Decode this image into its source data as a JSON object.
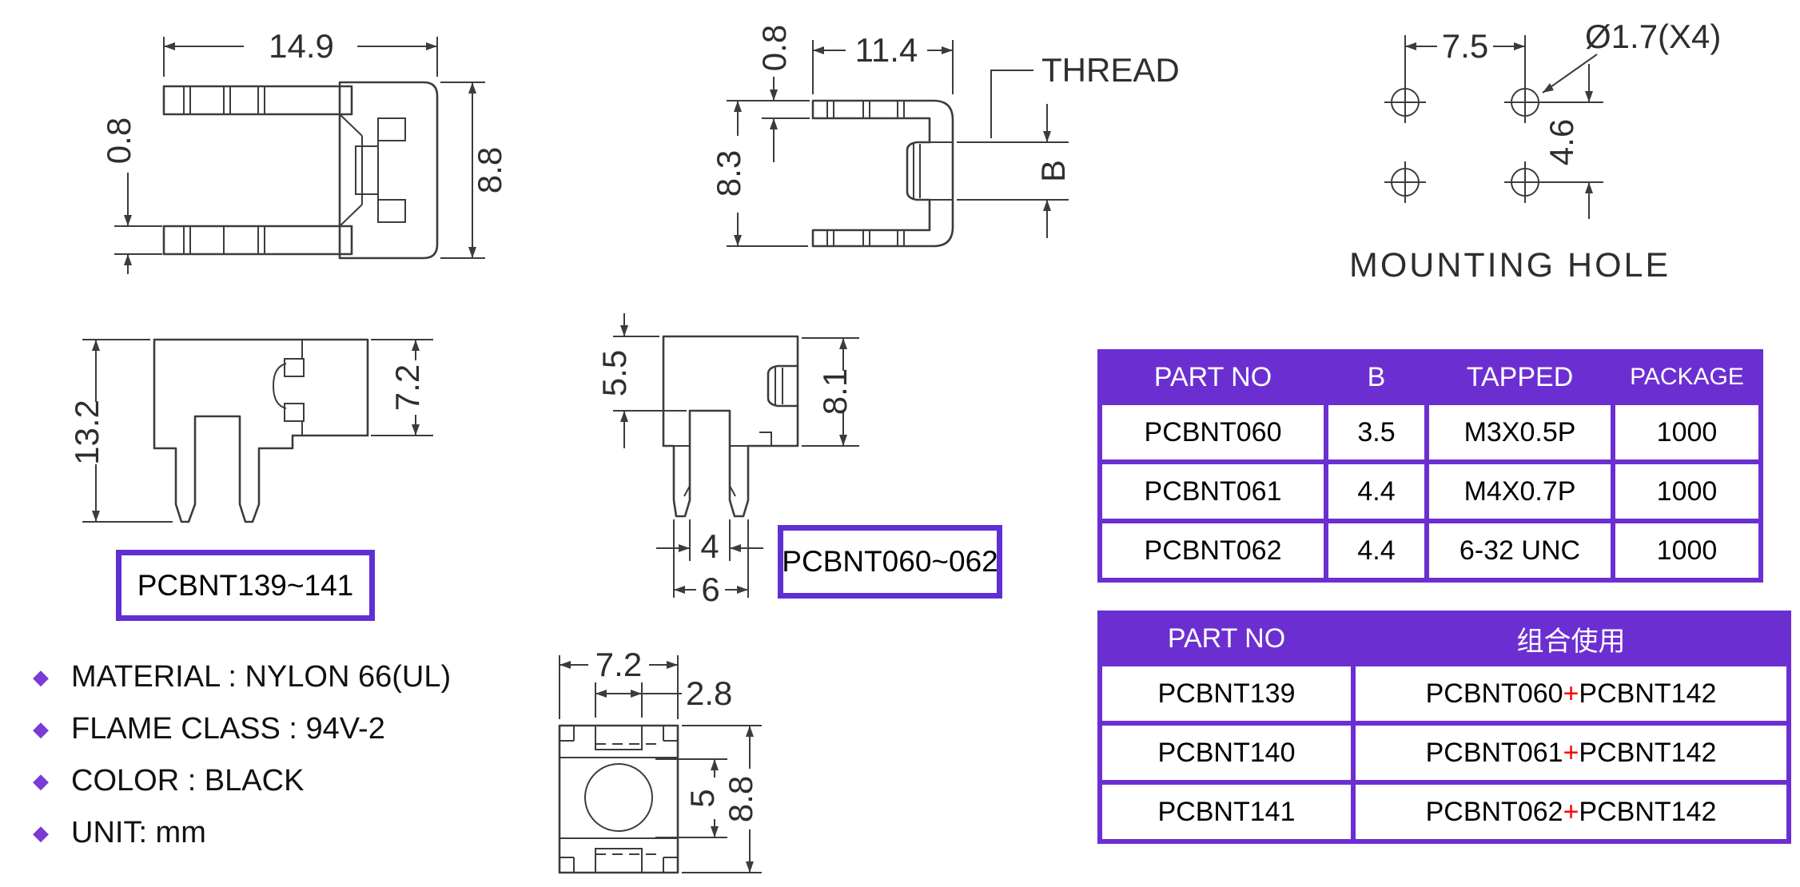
{
  "colors": {
    "purple_header": "#6b2fd1",
    "purple_border": "#5f2fd1",
    "bullet_purple": "#7a3bd6",
    "plus_red": "#ff0000",
    "line": "#3c3c3c"
  },
  "drawings": {
    "top_view": {
      "dim_width": "14.9",
      "dim_thickness": "0.8",
      "dim_height": "8.8"
    },
    "side_view": {
      "dim_thickness": "0.8",
      "dim_width": "11.4",
      "dim_height": "8.3",
      "dim_b": "B",
      "thread_label": "THREAD"
    },
    "mounting_hole": {
      "dim_pitch_x": "7.5",
      "dim_pitch_y": "4.6",
      "hole_callout": "Ø1.7(X4)",
      "title": "MOUNTING  HOLE"
    },
    "side_view_139": {
      "dim_height": "13.2",
      "dim_head": "7.2",
      "label": "PCBNT139~141"
    },
    "side_view_060": {
      "dim_top": "5.5",
      "dim_right": "8.1",
      "dim_leg_inner": "4",
      "dim_leg_outer": "6",
      "label": "PCBNT060~062"
    },
    "front_view": {
      "dim_width": "7.2",
      "dim_slot": "2.8",
      "dim_hole": "5",
      "dim_height": "8.8"
    }
  },
  "specs": {
    "bullet": "◆",
    "items": [
      "MATERIAL :  NYLON 66(UL)",
      "FLAME CLASS :  94V-2",
      "COLOR :  BLACK",
      "UNIT:  mm"
    ]
  },
  "tables": {
    "tapped": {
      "headers": [
        "PART NO",
        "B",
        "TAPPED",
        "PACKAGE"
      ],
      "rows": [
        [
          "PCBNT060",
          "3.5",
          "M3X0.5P",
          "1000"
        ],
        [
          "PCBNT061",
          "4.4",
          "M4X0.7P",
          "1000"
        ],
        [
          "PCBNT062",
          "4.4",
          "6-32 UNC",
          "1000"
        ]
      ]
    },
    "combo": {
      "headers": [
        "PART NO",
        "组合使用"
      ],
      "plus": "+",
      "rows": [
        {
          "part": "PCBNT139",
          "first": "PCBNT060",
          "second": "PCBNT142"
        },
        {
          "part": "PCBNT140",
          "first": "PCBNT061",
          "second": "PCBNT142"
        },
        {
          "part": "PCBNT141",
          "first": "PCBNT062",
          "second": "PCBNT142"
        }
      ]
    }
  }
}
